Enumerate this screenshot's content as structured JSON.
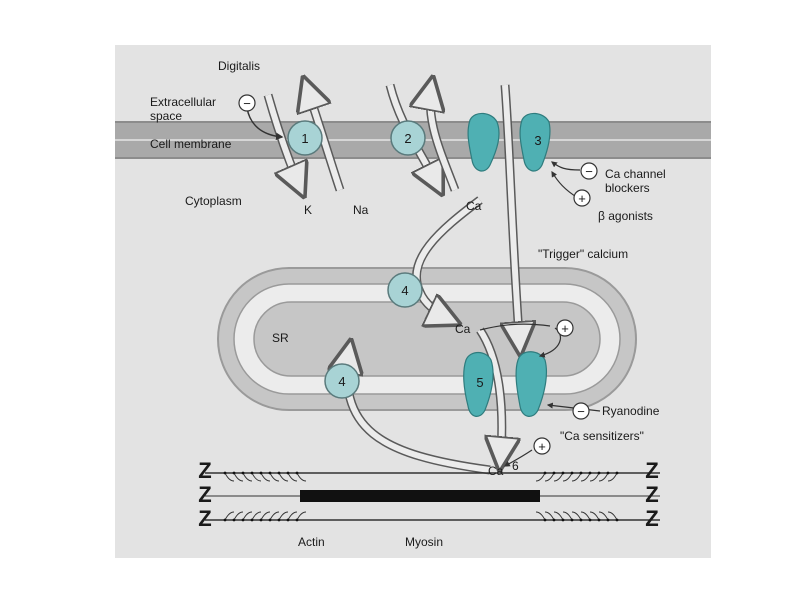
{
  "labels": {
    "digitalis": "Digitalis",
    "extracellular_line1": "Extracellular",
    "extracellular_line2": "space",
    "cell_membrane": "Cell membrane",
    "cytoplasm": "Cytoplasm",
    "k": "K",
    "na": "Na",
    "ca_influx": "Ca",
    "ca_channel_line1": "Ca channel",
    "ca_channel_line2": "blockers",
    "beta_agonists": "β agonists",
    "trigger_calcium": "\"Trigger\" calcium",
    "sr": "SR",
    "ca_sr": "Ca",
    "ryanodine": "Ryanodine",
    "ca_sensitizers": "\"Ca sensitizers\"",
    "ca_myofil": "Ca",
    "actin": "Actin",
    "myosin": "Myosin",
    "minus": "−",
    "plus": "+",
    "z": "Z"
  },
  "numbers": {
    "n1": "1",
    "n2": "2",
    "n3": "3",
    "n4a": "4",
    "n4b": "4",
    "n5": "5",
    "n6": "6"
  },
  "colors": {
    "background_panel": "#e3e3e3",
    "membrane": "#a9a9a9",
    "membrane_edge": "#8c8c8c",
    "sr_fill": "#c6c6c6",
    "sr_core": "#ececec",
    "transporter": "#a8d3d5",
    "channel": "#4fb0b3",
    "arrow_fill": "#e9e9e9",
    "arrow_stroke": "#5a5a5a"
  },
  "icons": [
    "minus-circle-icon",
    "plus-circle-icon",
    "z-line-icon"
  ]
}
